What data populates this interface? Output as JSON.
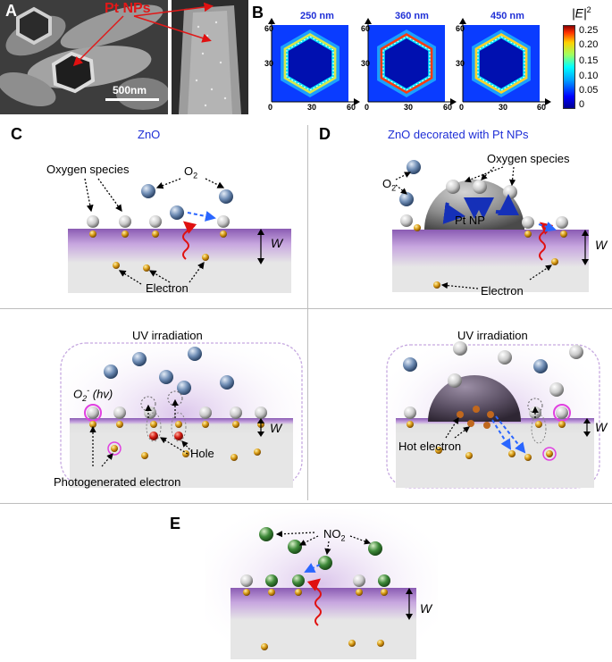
{
  "panels": {
    "A": {
      "letter": "A",
      "label": "Pt NPs",
      "scalebar": "500nm"
    },
    "B": {
      "letter": "B",
      "maps": [
        {
          "title": "250 nm"
        },
        {
          "title": "360 nm"
        },
        {
          "title": "450 nm"
        }
      ],
      "axis_ticks_y": [
        "60",
        "30",
        "0"
      ],
      "axis_ticks_x": [
        "0",
        "30",
        "60"
      ],
      "colorbar_title": "|E|",
      "colorbar_sup": "2",
      "colorbar_ticks": [
        "0.25",
        "0.20",
        "0.15",
        "0.10",
        "0.05",
        "0"
      ]
    },
    "C": {
      "letter": "C",
      "title": "ZnO",
      "top": {
        "oxygen_species": "Oxygen species",
        "o2": "O",
        "o2_sub": "2",
        "electron": "Electron",
        "w": "W"
      },
      "bottom": {
        "uv": "UV irradiation",
        "o2minus": "O",
        "o2minus_sub": "2",
        "o2minus_sup": "-",
        "hv": "(hv)",
        "hole": "Hole",
        "photo": "Photogenerated electron",
        "w": "W"
      }
    },
    "D": {
      "letter": "D",
      "title": "ZnO decorated with Pt NPs",
      "top": {
        "o2": "O",
        "o2_sub": "2",
        "oxygen_species": "Oxygen species",
        "ptnp": "Pt NP",
        "electron": "Electron",
        "w": "W"
      },
      "bottom": {
        "uv": "UV irradiation",
        "hot": "Hot electron",
        "w": "W"
      }
    },
    "E": {
      "letter": "E",
      "no2": "NO",
      "no2_sub": "2",
      "w": "W"
    }
  },
  "colors": {
    "title_blue": "#1f2fd6",
    "purple_layer": "#9b6bbf",
    "divider": "#bdbdbd"
  }
}
